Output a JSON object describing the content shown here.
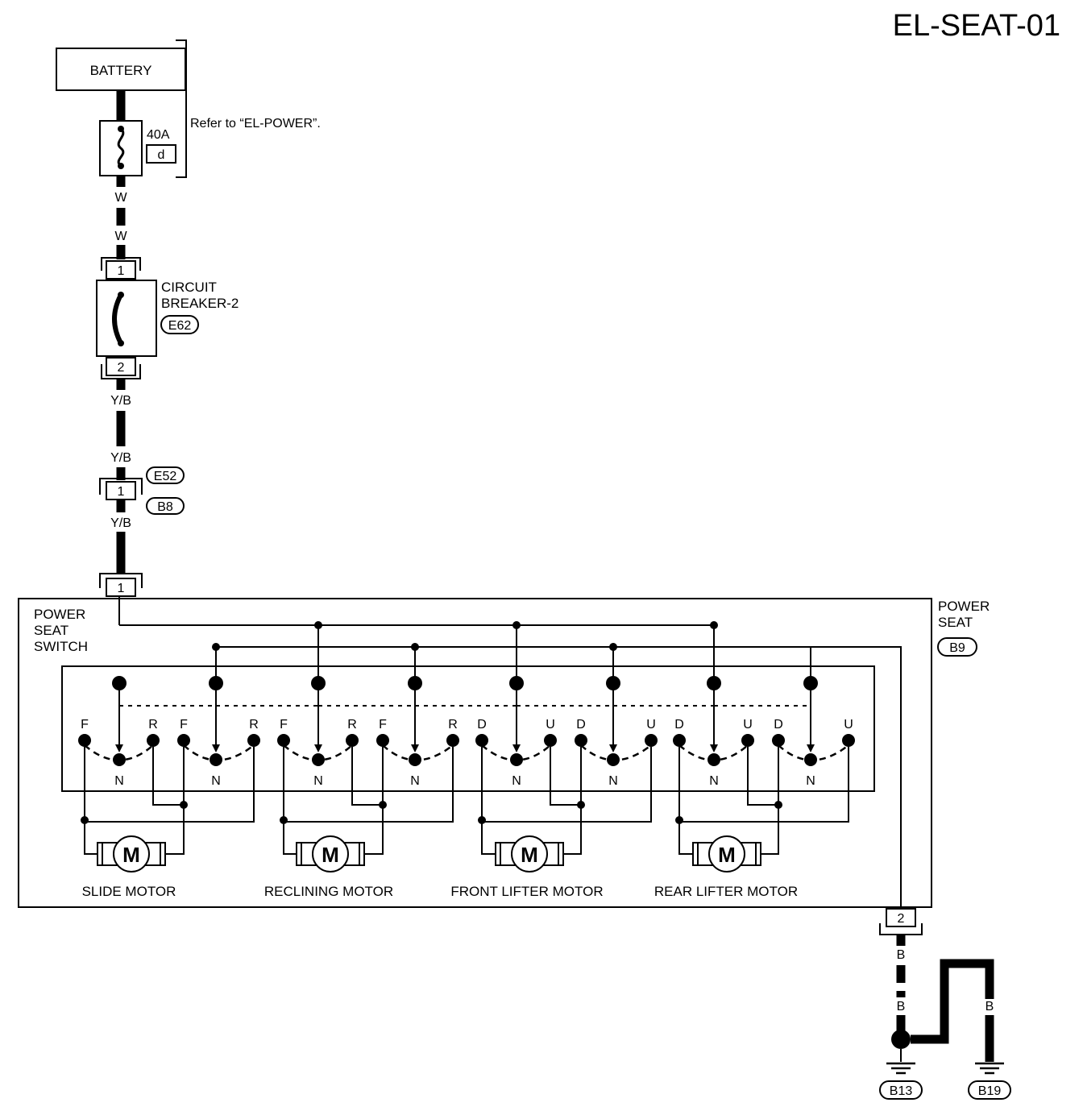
{
  "title": "EL-SEAT-01",
  "battery": {
    "label": "BATTERY"
  },
  "fuse": {
    "rating": "40A",
    "code": "d",
    "note": "Refer to “EL-POWER”."
  },
  "breaker": {
    "line1": "CIRCUIT",
    "line2": "BREAKER-2",
    "connector": "E62",
    "pin_in": "1",
    "pin_out": "2"
  },
  "wires": {
    "w": "W",
    "yb": "Y/B",
    "b": "B"
  },
  "joint": {
    "connector_a": "E52",
    "connector_b": "B8",
    "pin": "1"
  },
  "power_seat": {
    "line1": "POWER",
    "line2": "SEAT",
    "connector": "B9",
    "pin_in": "1",
    "pin_out": "2"
  },
  "switch": {
    "line1": "POWER",
    "line2": "SEAT",
    "line3": "SWITCH"
  },
  "motors": [
    {
      "name": "SLIDE MOTOR",
      "dir_a": "F",
      "dir_b": "R",
      "symbol": "M"
    },
    {
      "name": "RECLINING MOTOR",
      "dir_a": "F",
      "dir_b": "R",
      "symbol": "M"
    },
    {
      "name": "FRONT LIFTER MOTOR",
      "dir_a": "D",
      "dir_b": "U",
      "symbol": "M"
    },
    {
      "name": "REAR LIFTER MOTOR",
      "dir_a": "D",
      "dir_b": "U",
      "symbol": "M"
    }
  ],
  "neutral_label": "N",
  "grounds": [
    "B13",
    "B19"
  ]
}
